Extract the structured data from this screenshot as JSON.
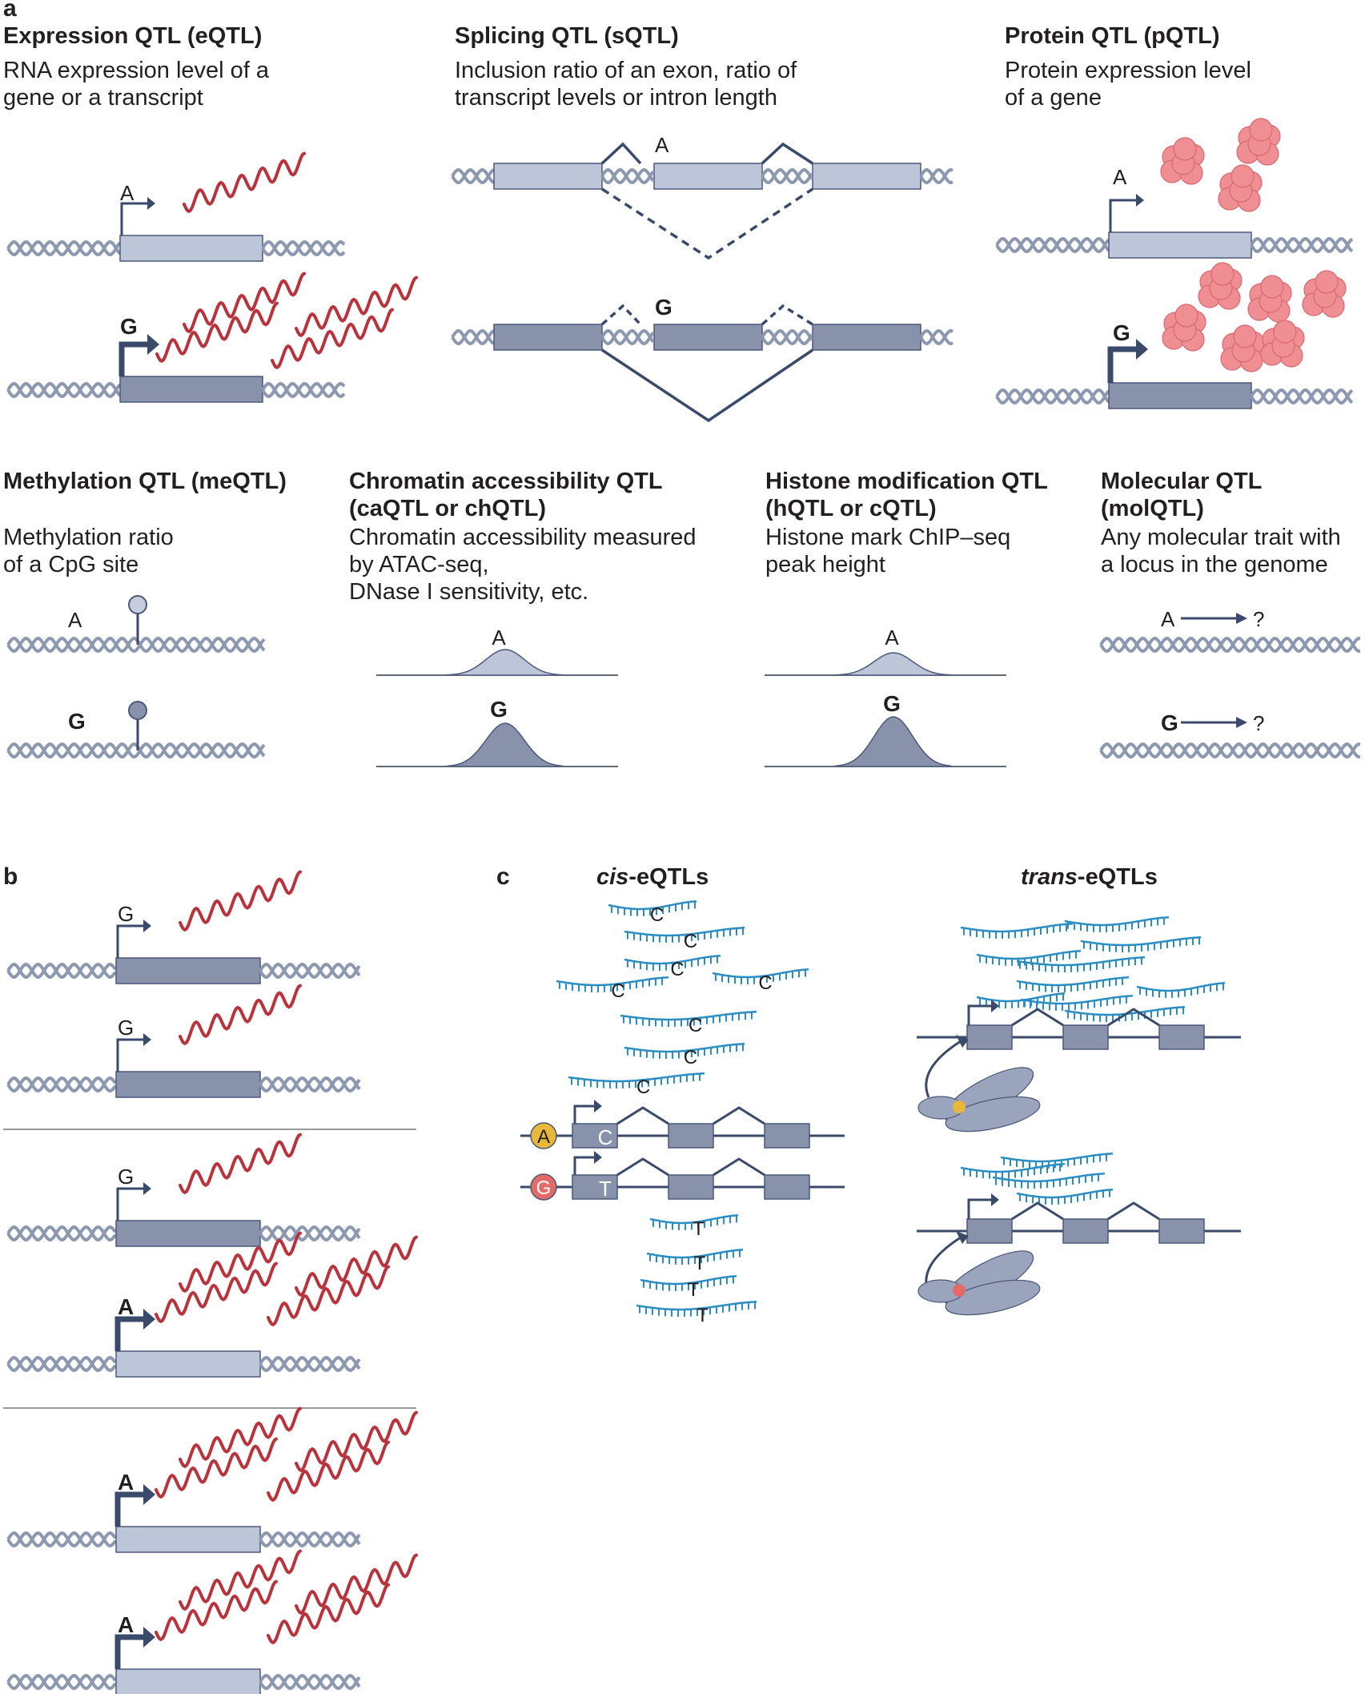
{
  "panels": {
    "a": "a",
    "b": "b",
    "c": "c"
  },
  "eqtl": {
    "title": "Expression QTL (eQTL)",
    "desc": [
      "RNA expression level of a",
      "gene or a transcript"
    ]
  },
  "sqtl": {
    "title": "Splicing QTL (sQTL)",
    "desc": [
      "Inclusion ratio of an exon, ratio of",
      "transcript levels or intron length"
    ]
  },
  "pqtl": {
    "title": "Protein QTL (pQTL)",
    "desc": [
      "Protein expression level",
      "of a gene"
    ]
  },
  "meqtl": {
    "title": "Methylation QTL (meQTL)",
    "desc": [
      "Methylation ratio",
      "of a CpG site"
    ]
  },
  "caqtl": {
    "title": [
      "Chromatin accessibility QTL",
      "(caQTL or chQTL)"
    ],
    "desc": [
      "Chromatin accessibility measured",
      "by ATAC-seq,",
      "DNase I sensitivity, etc."
    ]
  },
  "hqtl": {
    "title": [
      "Histone modification QTL",
      "(hQTL or cQTL)"
    ],
    "desc": [
      "Histone mark ChIP–seq",
      "peak height"
    ]
  },
  "molqtl": {
    "title": [
      "Molecular QTL",
      "(molQTL)"
    ],
    "desc": [
      "Any molecular trait with",
      "a locus in the genome"
    ]
  },
  "alleles": {
    "a": "A",
    "g": "G",
    "c": "C",
    "t": "T",
    "unknown": "?"
  },
  "cis_title": {
    "italic": "cis",
    "rest": "-eQTLs"
  },
  "trans_title": {
    "italic": "trans",
    "rest": "-eQTLs"
  },
  "colors": {
    "dna": "#8c98b0",
    "gene_light": "#bcc6d8",
    "gene_dark": "#8893ab",
    "gene_stroke": "#4b587a",
    "arrow": "#3a4a6b",
    "rna_red": "#b8333c",
    "rna_blue": "#2a8dc4",
    "protein": "#ef8f93",
    "protein_stroke": "#d8686f",
    "allele_a_circle": "#e9b83a",
    "allele_g_circle": "#e36a66",
    "chromosome": "#9aa4bc",
    "divider": "#9a9a9a"
  }
}
